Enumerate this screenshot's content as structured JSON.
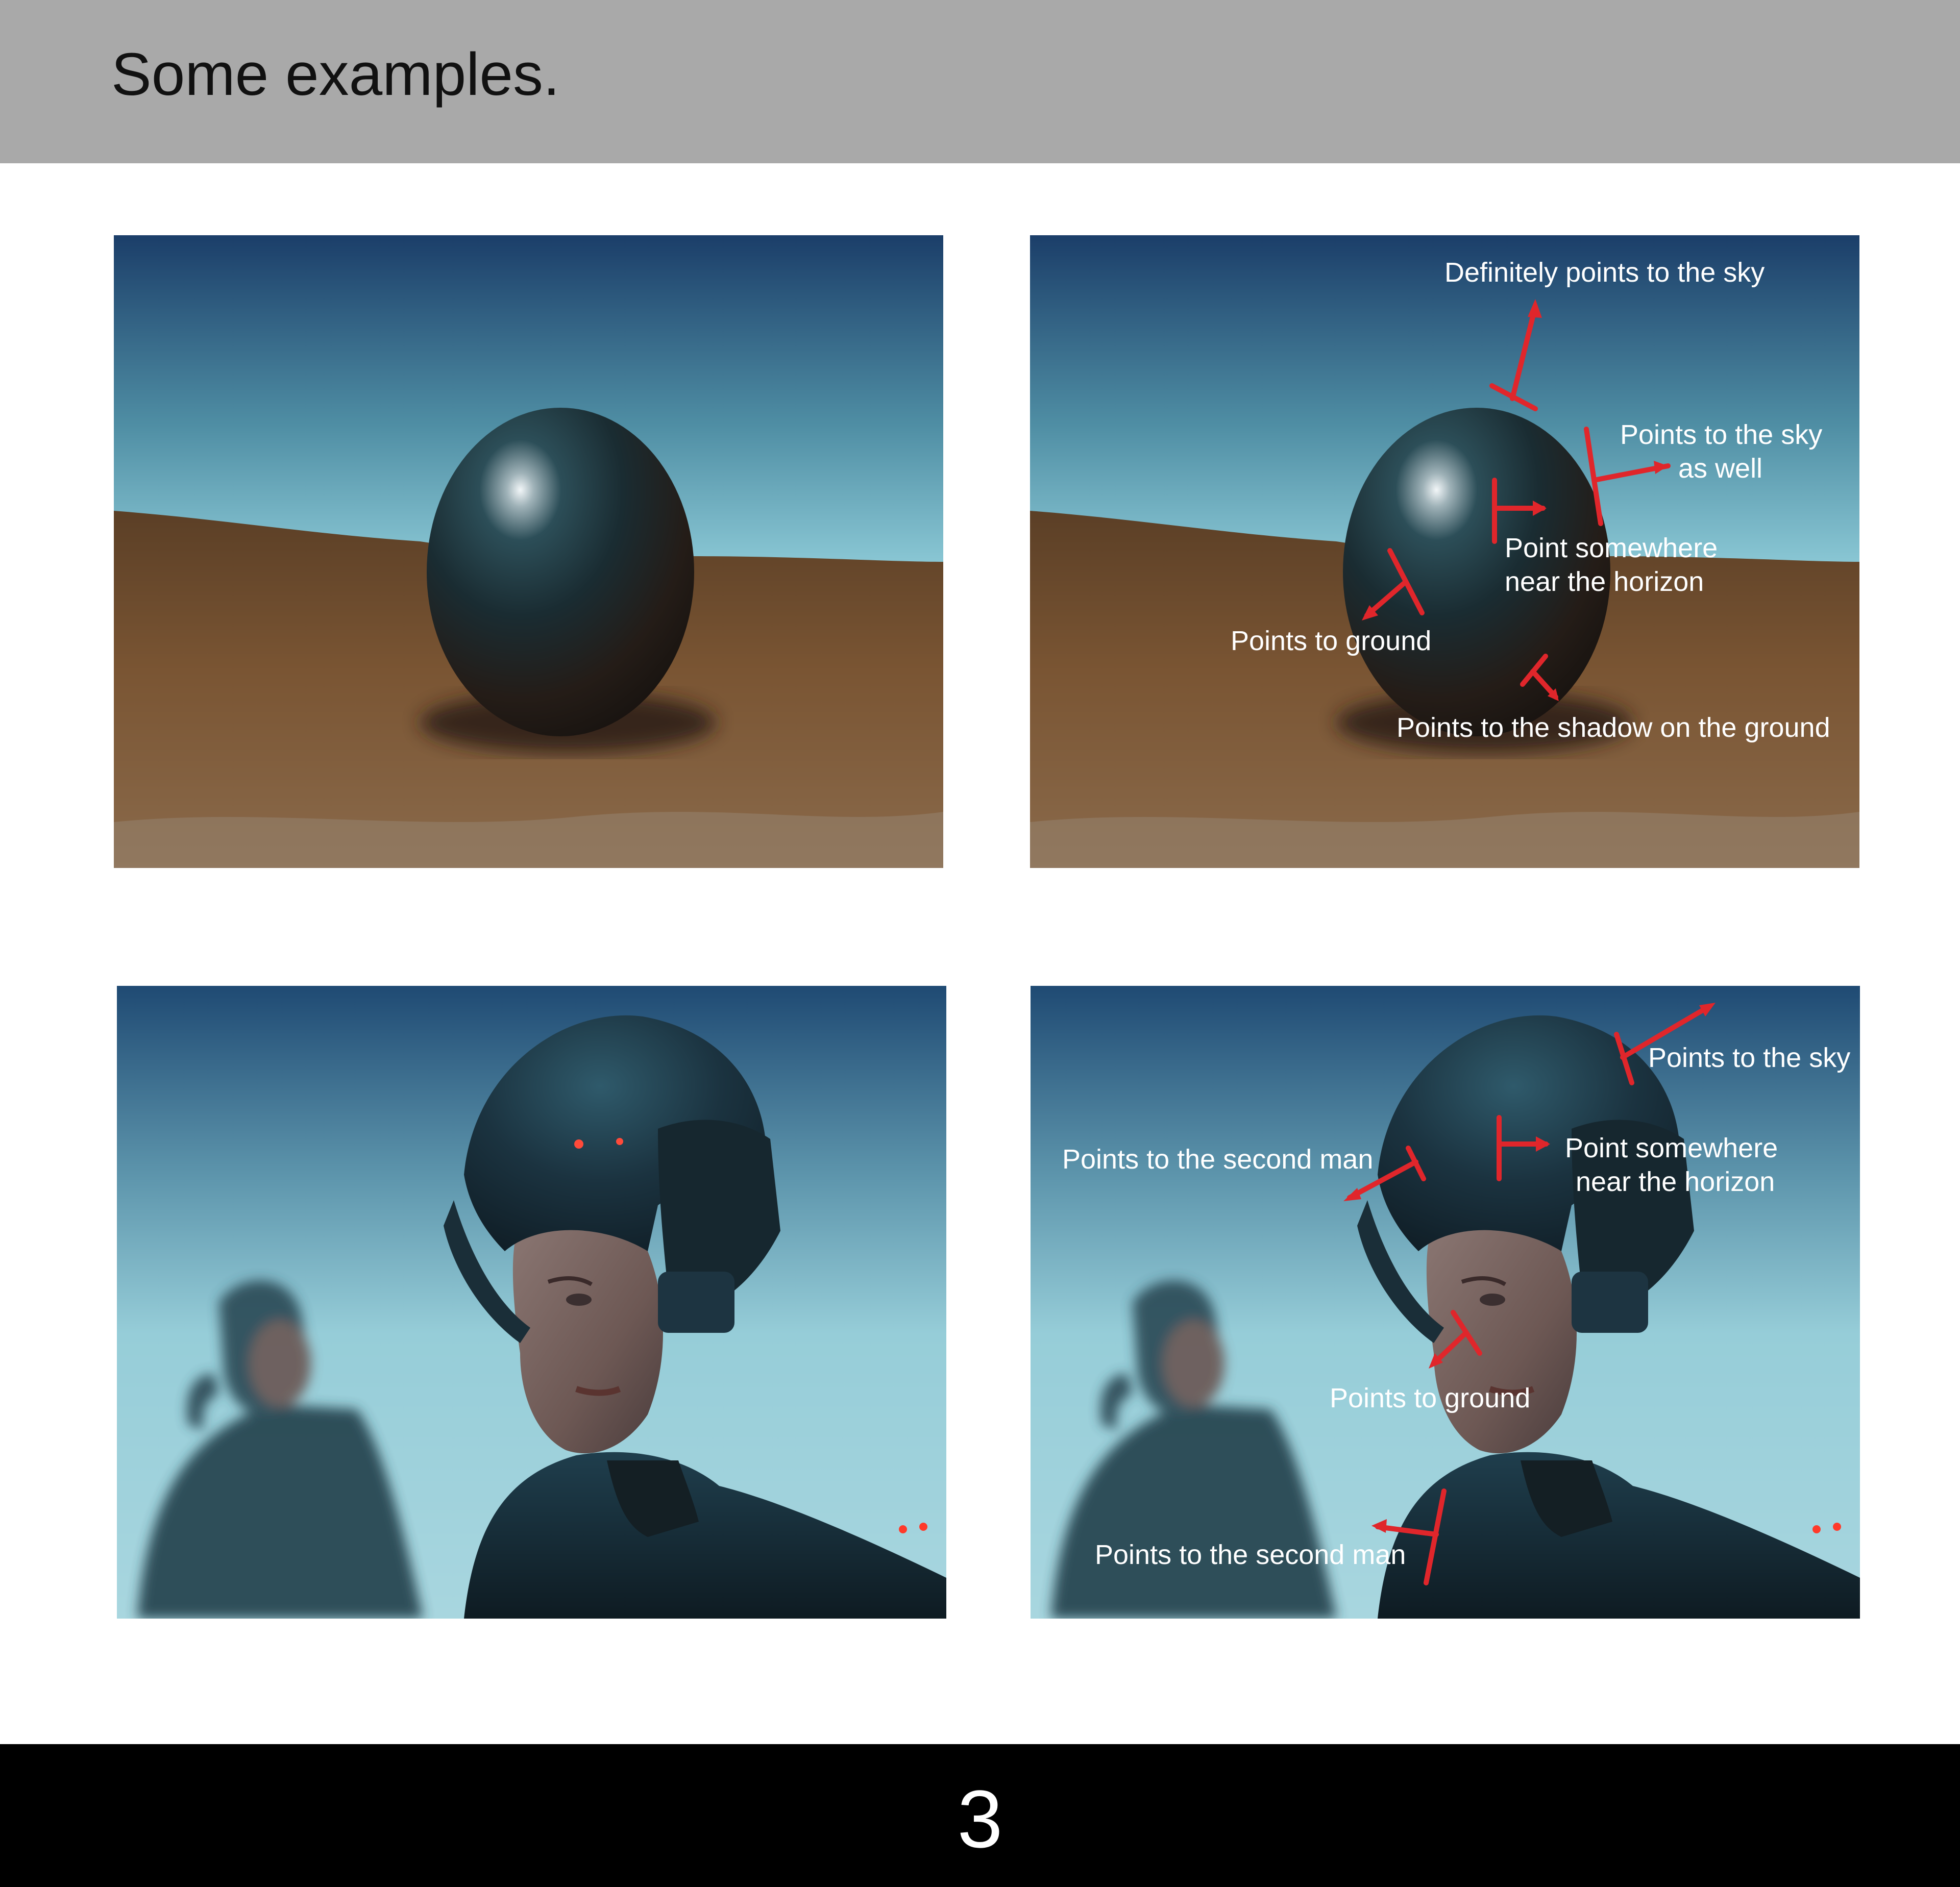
{
  "header": {
    "title": "Some examples."
  },
  "footer": {
    "page_number": "3"
  },
  "colors": {
    "annotation": "#e0262b",
    "header_bg": "#a9a9a9",
    "footer_bg": "#000000"
  },
  "panels": {
    "sphere_plain": {},
    "sphere_annotated": {
      "labels": {
        "sky_top": "Definitely points to the sky",
        "sky_right_1": "Points to the sky",
        "sky_right_2": "as well",
        "horizon_1": "Point somewhere",
        "horizon_2": "near the horizon",
        "ground": "Points to ground",
        "shadow": "Points to the shadow on the ground"
      }
    },
    "soldier_plain": {},
    "soldier_annotated": {
      "labels": {
        "sky": "Points to the sky",
        "horizon_1": "Point somewhere",
        "horizon_2": "near the horizon",
        "second_man_upper": "Points to the second man",
        "ground": "Points to ground",
        "second_man_lower": "Points to the second man"
      }
    }
  }
}
